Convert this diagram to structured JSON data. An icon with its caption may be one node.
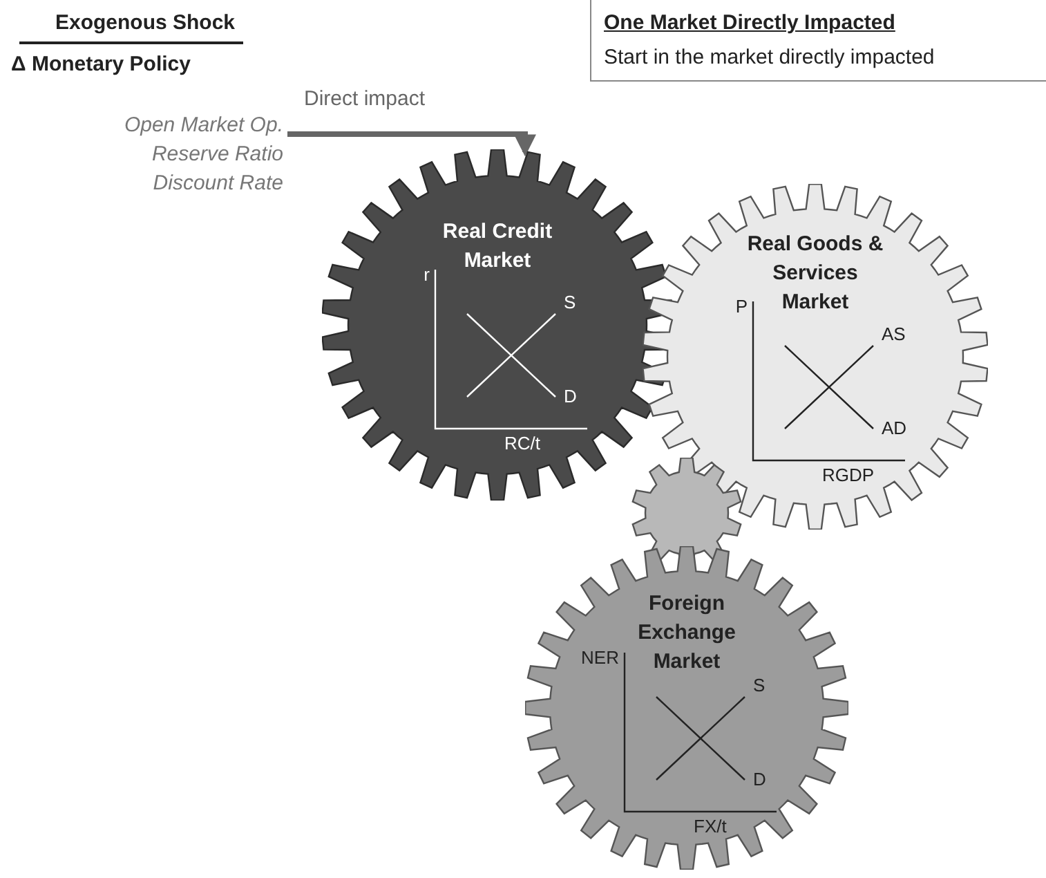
{
  "diagram": {
    "nodes": [
      {
        "text": [
          "Open Market Op. Reserve Ratio Discount Rate"
        ]
      },
      {
        "text": [
          "Real Credit Market",
          "r",
          "S",
          "D",
          "RC/t"
        ]
      },
      {
        "text": [
          "Real Goods & Services Market",
          "P",
          "AS",
          "AD",
          "RGDP"
        ]
      },
      {
        "text": [],
        "shape": "gear"
      },
      {
        "text": [
          "Foreign Exchange Market",
          "NER",
          "S",
          "D",
          "FX/t"
        ]
      }
    ],
    "edges": [
      {
        "from": 0,
        "to": 1,
        "arrow": "to",
        "label": "Direct impact"
      }
    ],
    "labels": [
      "Exogenous Shock",
      "Δ Monetary Policy",
      "One Market Directly Impacted",
      "Start in the market directly impacted"
    ]
  }
}
